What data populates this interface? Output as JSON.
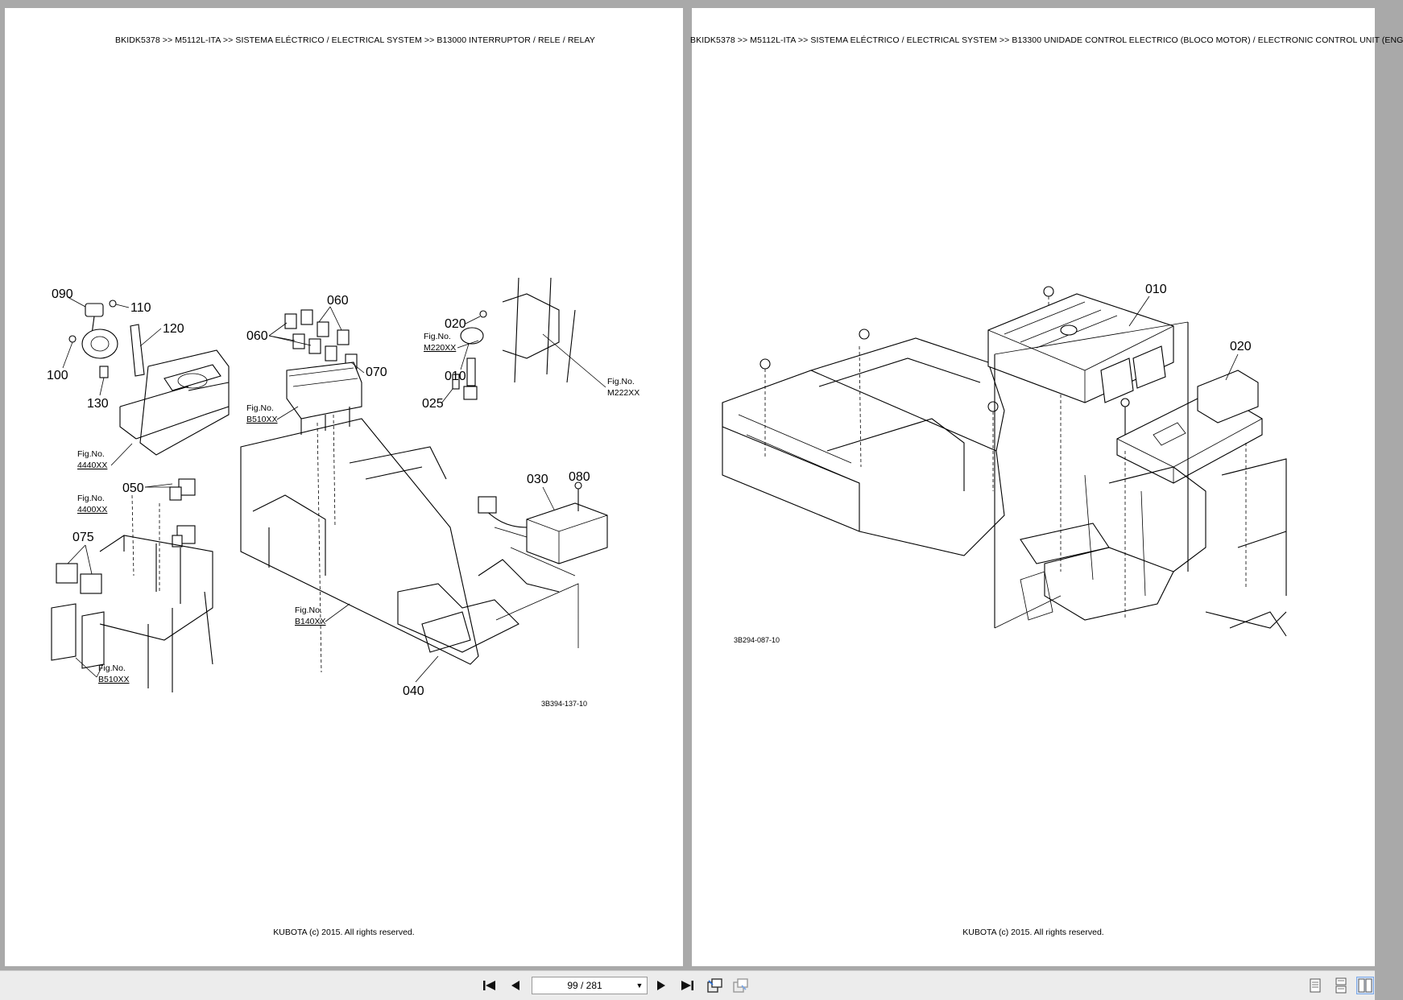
{
  "left_page": {
    "header": "BKIDK5378 >> M5112L-ITA >> SISTEMA ELÉCTRICO / ELECTRICAL SYSTEM >> B13000   INTERRUPTOR / RELE / RELAY",
    "footer": "KUBOTA (c) 2015. All rights reserved.",
    "drawing_code": "3B394-137-10",
    "callouts": {
      "c090": "090",
      "c110": "110",
      "c120": "120",
      "c100": "100",
      "c130": "130",
      "c060a": "060",
      "c060b": "060",
      "c070": "070",
      "c020": "020",
      "c010": "010",
      "c025": "025",
      "c050": "050",
      "c075": "075",
      "c030": "030",
      "c080": "080",
      "c040": "040"
    },
    "fig_refs": {
      "f4440": {
        "label": "Fig.No.",
        "code": "4440XX"
      },
      "f4400": {
        "label": "Fig.No.",
        "code": "4400XX"
      },
      "fb510a": {
        "label": "Fig.No.",
        "code": "B510XX"
      },
      "fb510b": {
        "label": "Fig.No.",
        "code": "B510XX"
      },
      "fm220": {
        "label": "Fig.No.",
        "code": "M220XX"
      },
      "fm222": {
        "label": "Fig.No.",
        "code": "M222XX"
      },
      "fb140": {
        "label": "Fig.No.",
        "code": "B140XX"
      }
    }
  },
  "right_page": {
    "header": "BKIDK5378 >> M5112L-ITA >> SISTEMA ELÉCTRICO / ELECTRICAL SYSTEM >> B13300   UNIDADE CONTROL ELECTRICO (BLOCO MOTOR) / ELECTRONIC CONTROL UNIT (ENG",
    "footer": "KUBOTA (c) 2015. All rights reserved.",
    "drawing_code": "3B294-087-10",
    "callouts": {
      "c010": "010",
      "c020": "020"
    }
  },
  "toolbar": {
    "page_indicator": "99 / 281",
    "icons": [
      "first-page-icon",
      "prev-page-icon",
      "next-page-icon",
      "last-page-icon",
      "fit-page-icon",
      "fit-width-icon",
      "single-page-icon",
      "continuous-page-icon",
      "two-page-icon"
    ]
  }
}
